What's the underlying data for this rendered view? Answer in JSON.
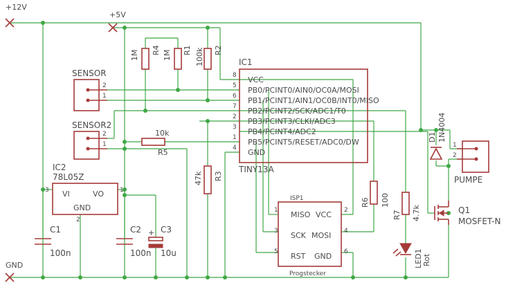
{
  "supply": {
    "v12": "+12V",
    "v5": "+5V",
    "gnd": "GND"
  },
  "ic1": {
    "name": "IC1",
    "part": "TINY13A",
    "pin_labels": [
      "VCC",
      "PB0/PCINT0/AIN0/OC0A/MOSI",
      "PB1/PCINT1/AIN1/OC0B/INT0/MISO",
      "PB2/PCINT2/SCK/ADC1/T0",
      "PB3/PCINT3/CLKI/ADC3",
      "PB4/PCINT4/ADC2",
      "PB5/PCINT5/RESET/ADC0/DW",
      "GND"
    ],
    "pin_numbers": [
      "8",
      "5",
      "6",
      "7",
      "2",
      "3",
      "1",
      "4"
    ]
  },
  "resistors": {
    "r4": {
      "name": "R4",
      "value": "1M"
    },
    "r1": {
      "name": "R1",
      "value": "1M"
    },
    "r2": {
      "name": "R2",
      "value": "100k"
    },
    "r5": {
      "name": "R5",
      "value": "10k"
    },
    "r3": {
      "name": "R3",
      "value": "47k"
    },
    "r6": {
      "name": "R6",
      "value": "100"
    },
    "r7": {
      "name": "R7",
      "value": "4.7k"
    }
  },
  "sensor1": {
    "name": "SENSOR",
    "pin2": "2",
    "pin1": "1"
  },
  "sensor2": {
    "name": "SENSOR2",
    "pin2": "2",
    "pin1": "1"
  },
  "pumpe": {
    "name": "PUMPE",
    "pin1": "1",
    "pin2": "2"
  },
  "ic2": {
    "name": "IC2",
    "part": "78L05Z",
    "vi": "VI",
    "vo": "VO",
    "gnd": "GND",
    "pin_vi": "3",
    "pin_vo": "1",
    "pin_gnd": "2"
  },
  "caps": {
    "c1": {
      "name": "C1",
      "value": "100n"
    },
    "c2": {
      "name": "C2",
      "value": "100n"
    },
    "c3": {
      "name": "C3",
      "value": "10u",
      "plus": "+"
    }
  },
  "isp": {
    "name": "ISP1",
    "caption": "Progstecker",
    "labels": [
      "MISO",
      "VCC",
      "SCK",
      "MOSI",
      "RST",
      "GND"
    ],
    "pins": [
      "1",
      "2",
      "3",
      "4",
      "5",
      "6"
    ]
  },
  "diode": {
    "name": "D1",
    "part": "1N4004"
  },
  "led": {
    "name": "LED1",
    "color": "Rot"
  },
  "mosfet": {
    "name": "Q1",
    "part": "MOSFET-N"
  }
}
